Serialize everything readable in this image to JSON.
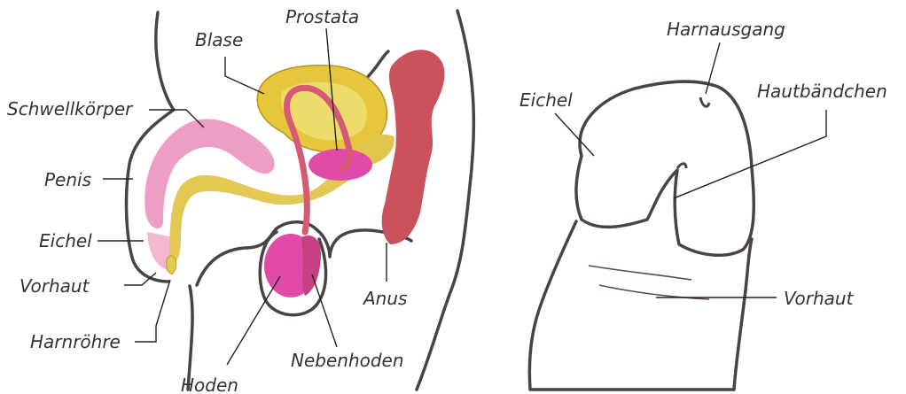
{
  "colors": {
    "outline": "#4a4343",
    "penis_pink": "#ee9ec6",
    "testis_magenta": "#e04aa9",
    "bladder_yellow": "#e8c93a",
    "urethra_yellow": "#d8c24a",
    "rectum_red": "#c9525c",
    "vas_deferens": "#d65a74",
    "glans_pink": "#f0a9ac",
    "shaft_skin": "#fbe0d8"
  },
  "left_diagram": {
    "labels": {
      "prostata": "Prostata",
      "blase": "Blase",
      "schwellkoerper": "Schwellkörper",
      "penis": "Penis",
      "eichel": "Eichel",
      "vorhaut": "Vorhaut",
      "harnroehre": "Harnröhre",
      "hoden": "Hoden",
      "nebenhoden": "Nebenhoden",
      "anus": "Anus"
    }
  },
  "right_diagram": {
    "labels": {
      "harnausgang": "Harnausgang",
      "eichel": "Eichel",
      "hautbaendchen": "Hautbändchen",
      "vorhaut": "Vorhaut"
    }
  }
}
